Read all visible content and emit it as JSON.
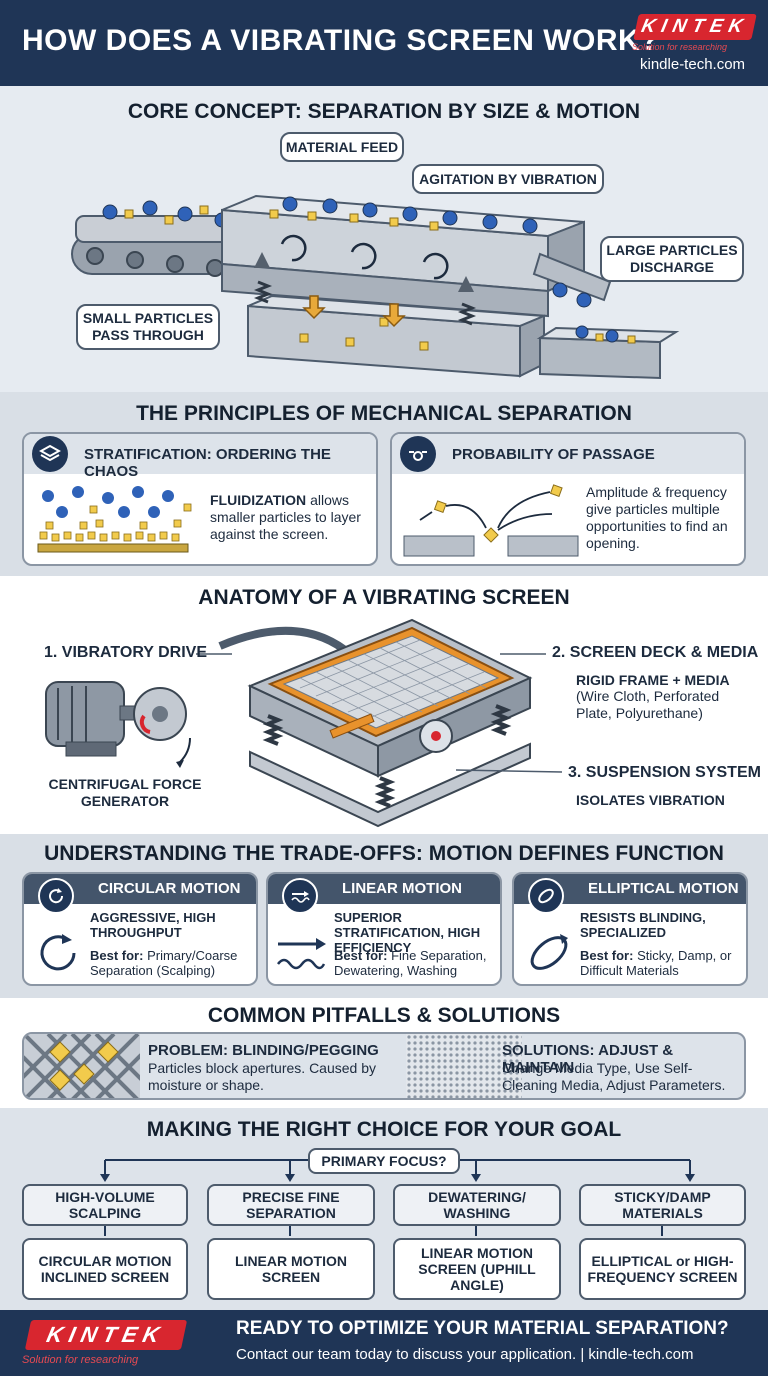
{
  "header": {
    "title": "HOW DOES A VIBRATING SCREEN WORK?",
    "logo_text": "KINTEK",
    "logo_tagline": "Solution for researching",
    "url": "kindle-tech.com"
  },
  "core_concept": {
    "title": "CORE CONCEPT: SEPARATION BY SIZE & MOTION",
    "material_feed": "MATERIAL FEED",
    "agitation": "AGITATION BY VIBRATION",
    "large_particles": "LARGE PARTICLES DISCHARGE",
    "small_particles": "SMALL PARTICLES PASS THROUGH"
  },
  "principles": {
    "title": "THE PRINCIPLES OF MECHANICAL SEPARATION",
    "stratification": {
      "title": "STRATIFICATION: ORDERING THE CHAOS",
      "term": "FLUIDIZATION",
      "text": "allows smaller particles to layer against the screen.",
      "icon": "layers-icon"
    },
    "probability": {
      "title": "PROBABILITY OF PASSAGE",
      "text": "Amplitude & frequency give particles multiple opportunities to find an opening.",
      "icon": "particle-pass-icon"
    }
  },
  "anatomy": {
    "title": "ANATOMY OF A VIBRATING SCREEN",
    "drive_label": "1. VIBRATORY DRIVE",
    "drive_sub": "CENTRIFUGAL FORCE GENERATOR",
    "deck_label": "2. SCREEN DECK & MEDIA",
    "deck_sub": "RIGID FRAME + MEDIA",
    "deck_detail": "(Wire Cloth, Perforated Plate, Polyurethane)",
    "suspension_label": "3. SUSPENSION SYSTEM",
    "suspension_sub": "ISOLATES VIBRATION"
  },
  "tradeoffs": {
    "title": "UNDERSTANDING THE TRADE-OFFS: MOTION DEFINES FUNCTION",
    "best_for_label": "Best for:",
    "cards": [
      {
        "title": "CIRCULAR MOTION",
        "desc": "AGGRESSIVE, HIGH THROUGHPUT",
        "best": "Primary/Coarse Separation (Scalping)",
        "icon": "circular-arrow-icon"
      },
      {
        "title": "LINEAR MOTION",
        "desc": "SUPERIOR STRATIFICATION, HIGH EFFICIENCY",
        "best": "Fine Separation, Dewatering, Washing",
        "icon": "linear-wave-icon"
      },
      {
        "title": "ELLIPTICAL MOTION",
        "desc": "RESISTS BLINDING, SPECIALIZED",
        "best": "Sticky, Damp, or Difficult Materials",
        "icon": "ellipse-arrow-icon"
      }
    ]
  },
  "pitfalls": {
    "title": "COMMON PITFALLS & SOLUTIONS",
    "problem_title": "PROBLEM: BLINDING/PEGGING",
    "problem_text": "Particles block apertures. Caused by moisture or shape.",
    "solution_title": "SOLUTIONS: ADJUST & MAINTAIN",
    "solution_text": "Change Media Type, Use Self-Cleaning Media, Adjust Parameters."
  },
  "choice": {
    "title": "MAKING THE RIGHT CHOICE FOR YOUR GOAL",
    "focus": "PRIMARY FOCUS?",
    "goals": [
      "HIGH-VOLUME SCALPING",
      "PRECISE FINE SEPARATION",
      "DEWATERING/ WASHING",
      "STICKY/DAMP MATERIALS"
    ],
    "answers": [
      "CIRCULAR MOTION INCLINED SCREEN",
      "LINEAR MOTION SCREEN",
      "LINEAR MOTION SCREEN (UPHILL ANGLE)",
      "ELLIPTICAL or HIGH-FREQUENCY SCREEN"
    ]
  },
  "footer": {
    "logo_text": "KINTEK",
    "logo_tagline": "Solution for researching",
    "title": "READY TO OPTIMIZE YOUR MATERIAL SEPARATION?",
    "subtitle": "Contact our team today to discuss your application.  |  kindle-tech.com"
  },
  "colors": {
    "navy": "#1f3556",
    "brand_red": "#d8262f",
    "particle_blue": "#2f62b8",
    "particle_yellow": "#f2cb4c",
    "frame_orange": "#e8922c",
    "steel": "#b9c0c9"
  }
}
